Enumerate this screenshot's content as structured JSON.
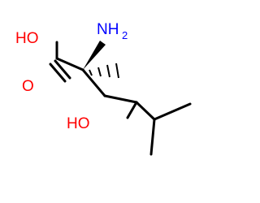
{
  "molecule": {
    "labels": {
      "oh_acid": "HO",
      "nh2_main": "NH",
      "nh2_sub": "2",
      "carbonyl_o": "O",
      "oh_alcohol": "HO"
    },
    "colors": {
      "bond": "#000000",
      "oxygen": "#ff0000",
      "nitrogen": "#0000ff"
    }
  }
}
